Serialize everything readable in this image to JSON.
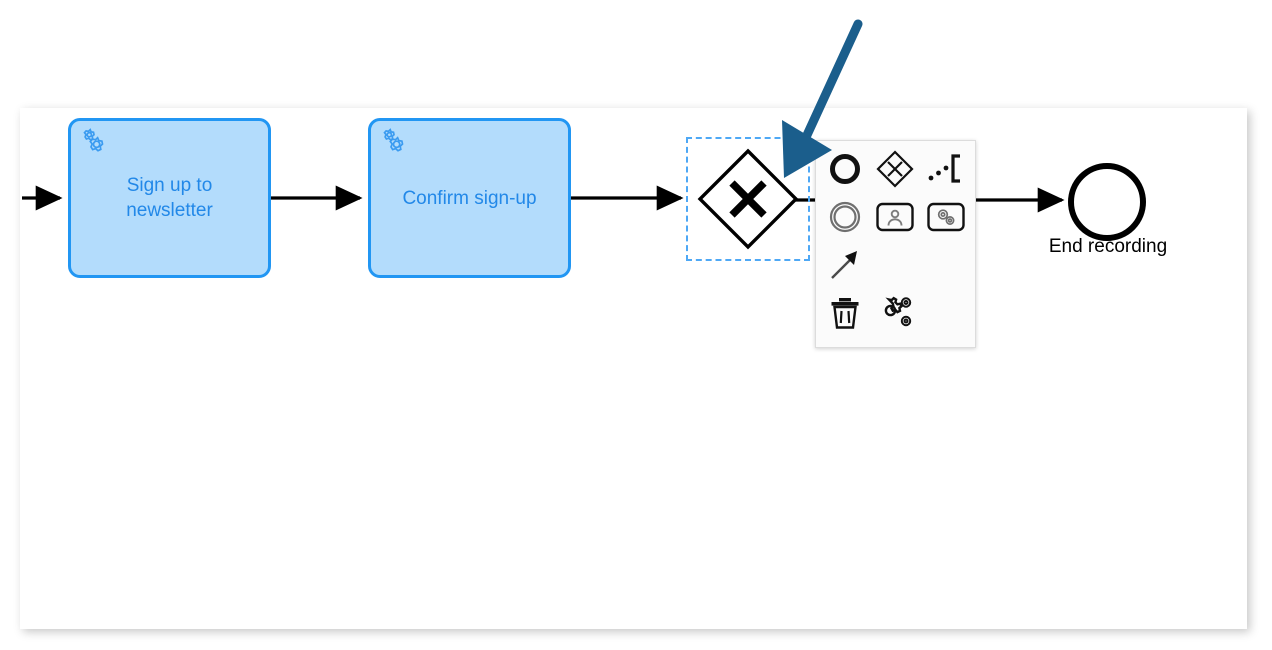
{
  "app": {
    "view_name": "bpmn-process-diagram",
    "canvas_background": "#ffffff",
    "page_background": "#ffffff"
  },
  "colors": {
    "task_fill": "#b3dcfc",
    "task_stroke": "#2196f3",
    "task_text": "#2288e8",
    "selection_outline": "#4ea8f5",
    "connection_stroke": "#000000",
    "event_stroke": "#000000",
    "annotation_arrow": "#1b5e8c",
    "pad_background": "#fbfbfb",
    "pad_border": "#dcdcdc"
  },
  "diagram": {
    "nodes": [
      {
        "id": "task-signup",
        "type": "service-task",
        "label": "Sign up to\nnewsletter",
        "icon": "gears-icon",
        "selected": false
      },
      {
        "id": "task-confirm",
        "type": "service-task",
        "label": "Confirm sign-up",
        "icon": "gears-icon",
        "selected": false
      },
      {
        "id": "gateway-exclusive",
        "type": "exclusive-gateway",
        "label": "",
        "marker": "X",
        "selected": true
      },
      {
        "id": "end-event",
        "type": "end-event",
        "label": "End recording",
        "selected": false
      }
    ],
    "connections": [
      {
        "id": "flow-in",
        "from": "",
        "to": "task-signup"
      },
      {
        "id": "flow-1",
        "from": "task-signup",
        "to": "task-confirm"
      },
      {
        "id": "flow-2",
        "from": "task-confirm",
        "to": "gateway-exclusive"
      },
      {
        "id": "flow-3",
        "from": "gateway-exclusive",
        "to": "end-event"
      }
    ]
  },
  "context_pad": {
    "target": "gateway-exclusive",
    "rows": [
      [
        {
          "id": "append-end-event",
          "icon": "end-event-icon",
          "title": "Append EndEvent",
          "enabled": true
        },
        {
          "id": "append-gateway",
          "icon": "gateway-icon",
          "title": "Append Gateway",
          "enabled": true
        },
        {
          "id": "append-text-annotation",
          "icon": "text-annotation-icon",
          "title": "Append TextAnnotation",
          "enabled": true
        }
      ],
      [
        {
          "id": "append-intermediate-event",
          "icon": "intermediate-event-icon",
          "title": "Append Intermediate/Boundary Event",
          "enabled": true
        },
        {
          "id": "append-user-task",
          "icon": "user-task-icon",
          "title": "Append Task",
          "enabled": true
        },
        {
          "id": "append-service-task",
          "icon": "service-task-icon",
          "title": "Append Service Task",
          "enabled": true
        }
      ],
      [
        {
          "id": "connect",
          "icon": "connect-arrow-icon",
          "title": "Connect using Sequence/MessageFlow",
          "enabled": true
        },
        {
          "id": "pad-empty-1",
          "icon": "",
          "title": "",
          "enabled": false
        },
        {
          "id": "pad-empty-2",
          "icon": "",
          "title": "",
          "enabled": false
        }
      ],
      [
        {
          "id": "delete",
          "icon": "trash-icon",
          "title": "Remove",
          "enabled": true
        },
        {
          "id": "change-type",
          "icon": "gears-wrench-icon",
          "title": "Change type",
          "enabled": true
        },
        {
          "id": "pad-empty-3",
          "icon": "",
          "title": "",
          "enabled": false
        }
      ]
    ]
  },
  "annotation": {
    "arrow": {
      "id": "pointer-arrow",
      "points_to": "gateway-exclusive",
      "direction": "down-left"
    }
  }
}
